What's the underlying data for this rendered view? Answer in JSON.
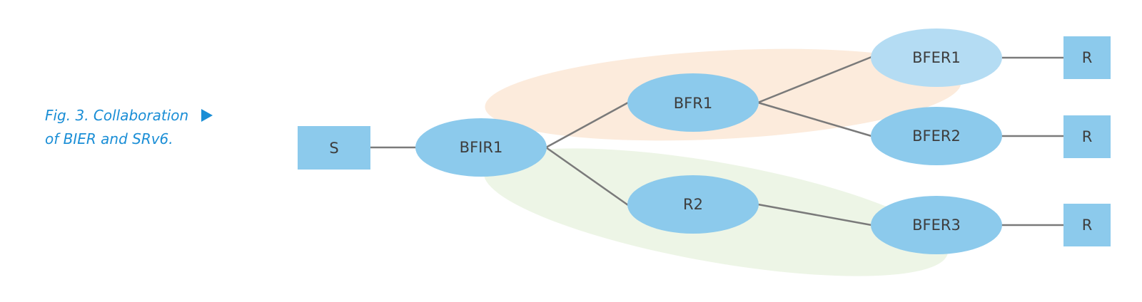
{
  "caption": {
    "line1": "Fig. 3. Collaboration",
    "line2": "of BIER and SRv6."
  },
  "colors": {
    "caption": "#1a8ed6",
    "node_fill": "#8ccaec",
    "node_fill_highlight": "#b4dcf3",
    "box_fill": "#8ccaec",
    "edge": "#7a7a7a",
    "group_orange": "#fcebdc",
    "group_green": "#edf5e6"
  },
  "nodes": {
    "s": "S",
    "bfir1": "BFIR1",
    "bfr1": "BFR1",
    "r2": "R2",
    "bfer1": "BFER1",
    "bfer2": "BFER2",
    "bfer3": "BFER3",
    "rcv1": "R",
    "rcv2": "R",
    "rcv3": "R"
  }
}
